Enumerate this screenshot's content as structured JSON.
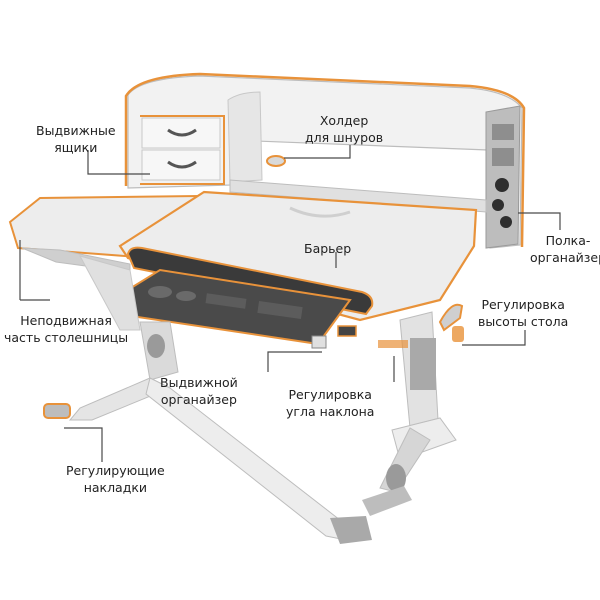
{
  "colors": {
    "accent": "#E8923A",
    "desk_surface": "#EDEDED",
    "desk_frame": "#A9A9A9",
    "dark_part": "#3A3A3A",
    "leader_line": "#4A4A4A"
  },
  "labels": {
    "drawers": {
      "line1": "Выдвижные",
      "line2": "ящики"
    },
    "cable_holder": {
      "line1": "Холдер",
      "line2": "для шнуров"
    },
    "shelf": {
      "line1": "Полка-",
      "line2": "органайзер"
    },
    "barrier": {
      "line1": "Барьер"
    },
    "fixed_part": {
      "line1": "Неподвижная",
      "line2": "часть столешницы"
    },
    "height_adj": {
      "line1": "Регулировка",
      "line2": "высоты стола"
    },
    "organizer": {
      "line1": "Выдвижной",
      "line2": "органайзер"
    },
    "angle_adj": {
      "line1": "Регулировка",
      "line2": "угла наклона"
    },
    "pads": {
      "line1": "Регулирующие",
      "line2": "накладки"
    }
  }
}
